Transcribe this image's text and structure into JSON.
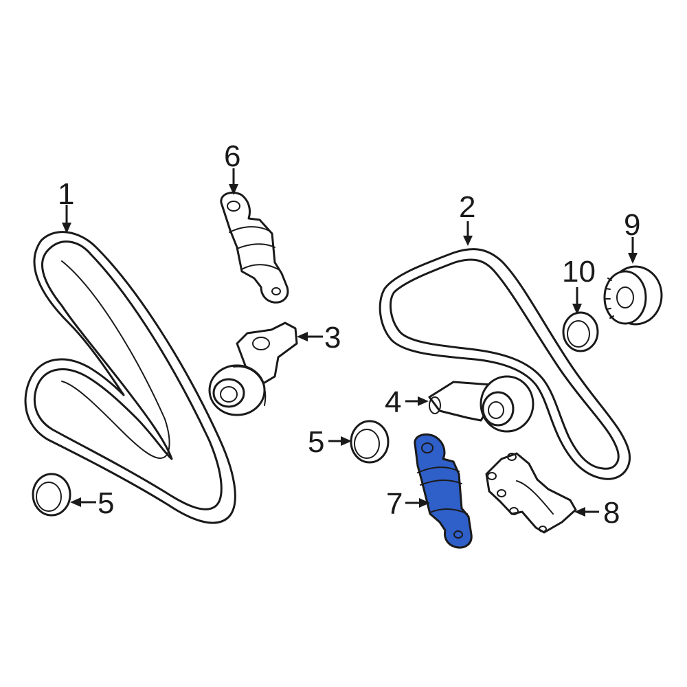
{
  "highlight_color": "#2f5fc8",
  "line_color": "#1a1a1a",
  "callouts": {
    "c1": "1",
    "c2": "2",
    "c3": "3",
    "c4": "4",
    "c5a": "5",
    "c5b": "5",
    "c6": "6",
    "c7": "7",
    "c8": "8",
    "c9": "9",
    "c10": "10"
  },
  "highlighted_part": "7"
}
